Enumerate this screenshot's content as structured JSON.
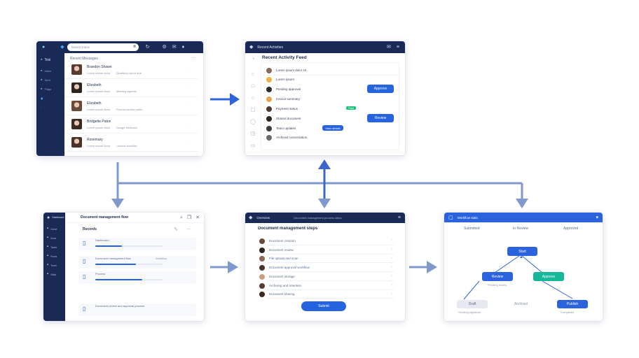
{
  "win1": {
    "search_placeholder": "Search inbox",
    "sidebar": [
      "Tesi",
      "Inbox",
      "Sent",
      "Flags"
    ],
    "list_title": "Recent Messages",
    "items": [
      {
        "name": "Brandon Shawn",
        "line1": "Lorem ipsum dolor",
        "line2": "Quarterly report due"
      },
      {
        "name": "Elizabeth",
        "line1": "Lorem ipsum dolor",
        "line2": "Meeting agenda"
      },
      {
        "name": "Elizabeth",
        "line1": "Lorem ipsum dolor",
        "line2": "Product review notes"
      },
      {
        "name": "Bridgette Paton",
        "line1": "Lorem ipsum dolor",
        "line2": "Design feedback"
      },
      {
        "name": "Rosemary",
        "line1": "Lorem ipsum dolor",
        "line2": "Launch checklist"
      }
    ]
  },
  "win2": {
    "title": "Recent Activities",
    "heading": "Recent Activity Feed",
    "rows": [
      {
        "label": "Lorem ipsum dolor sit",
        "btn": ""
      },
      {
        "label": "Lorem ipsum",
        "btn": ""
      },
      {
        "label": "Pending approval",
        "btn": "Approve"
      },
      {
        "label": "Invoice summary",
        "btn": ""
      },
      {
        "label": "Payment status",
        "btn": "",
        "badge": "Paid"
      },
      {
        "label": "Shared document",
        "btn": "Review"
      },
      {
        "label": "Team updates",
        "btn": "",
        "pill": "View details"
      },
      {
        "label": "Archived conversation",
        "btn": ""
      }
    ]
  },
  "win3": {
    "brand": "Dashboard",
    "title": "Document management flow",
    "sidebar": [
      "Home",
      "Docs",
      "Tasks",
      "Flows",
      "Team",
      "Stats"
    ],
    "section": "Records",
    "items": [
      {
        "title": "Dashboard",
        "sub": "",
        "progress": 0.4
      },
      {
        "title": "Document management flow",
        "sub": "Workflow",
        "progress": 0.6
      },
      {
        "title": "Process",
        "sub": "",
        "progress": 0.7
      },
      {
        "title": "Document review and approval process",
        "sub": "",
        "progress": 0.0
      }
    ]
  },
  "win4": {
    "title": "Overview",
    "subtitle": "Document management process steps",
    "heading": "Document management steps",
    "items": [
      "Document creation",
      "Document review",
      "File upload and scan",
      "Document approval workflow",
      "Document storage",
      "Archiving and retention",
      "Document sharing"
    ],
    "button": "Submit"
  },
  "win5": {
    "title": "Workflow stats",
    "headers": [
      "Submitted",
      "In Review",
      "Approved"
    ],
    "nodes": {
      "top": "Start",
      "left": "Review",
      "right": "Approve",
      "bottom_left": "Draft",
      "bottom_mid": "Archived",
      "bottom_right": "Publish"
    },
    "captions": {
      "left_mid": "Pending review",
      "bottom_left": "Pending signature",
      "bottom_right": "Completed"
    }
  },
  "colors": {
    "navy": "#182a55",
    "accent": "#2563e0",
    "teal": "#16b79a",
    "arrow": "#7f99cc"
  }
}
